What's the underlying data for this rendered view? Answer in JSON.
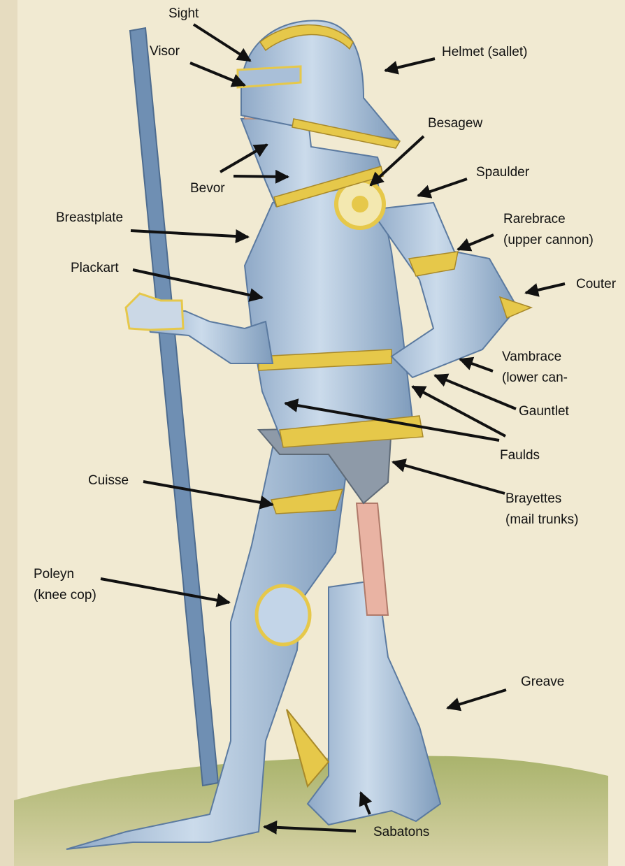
{
  "colors": {
    "parchment": "#f1ead2",
    "armor_steel": "#b9cde0",
    "armor_shadow": "#7f9cbc",
    "gilt_trim": "#e6c84a",
    "grass": "#a9b36c",
    "arrow": "#111111",
    "text": "#111111"
  },
  "annotations": {
    "sight": "Sight",
    "visor": "Visor",
    "helmet": "Helmet (sallet)",
    "besagew": "Besagew",
    "bevor": "Bevor",
    "spaulder": "Spaulder",
    "breastplate": "Breastplate",
    "rarebrace_1": "Rarebrace",
    "rarebrace_2": "(upper cannon)",
    "plackart": "Plackart",
    "couter": "Couter",
    "vambrace_1": "Vambrace",
    "vambrace_2": "(lower can-",
    "gauntlet": "Gauntlet",
    "faulds": "Faulds",
    "cuisse": "Cuisse",
    "brayettes_1": "Brayettes",
    "brayettes_2": "(mail trunks)",
    "poleyn_1": "Poleyn",
    "poleyn_2": "(knee cop)",
    "greave": "Greave",
    "sabatons": "Sabatons"
  }
}
